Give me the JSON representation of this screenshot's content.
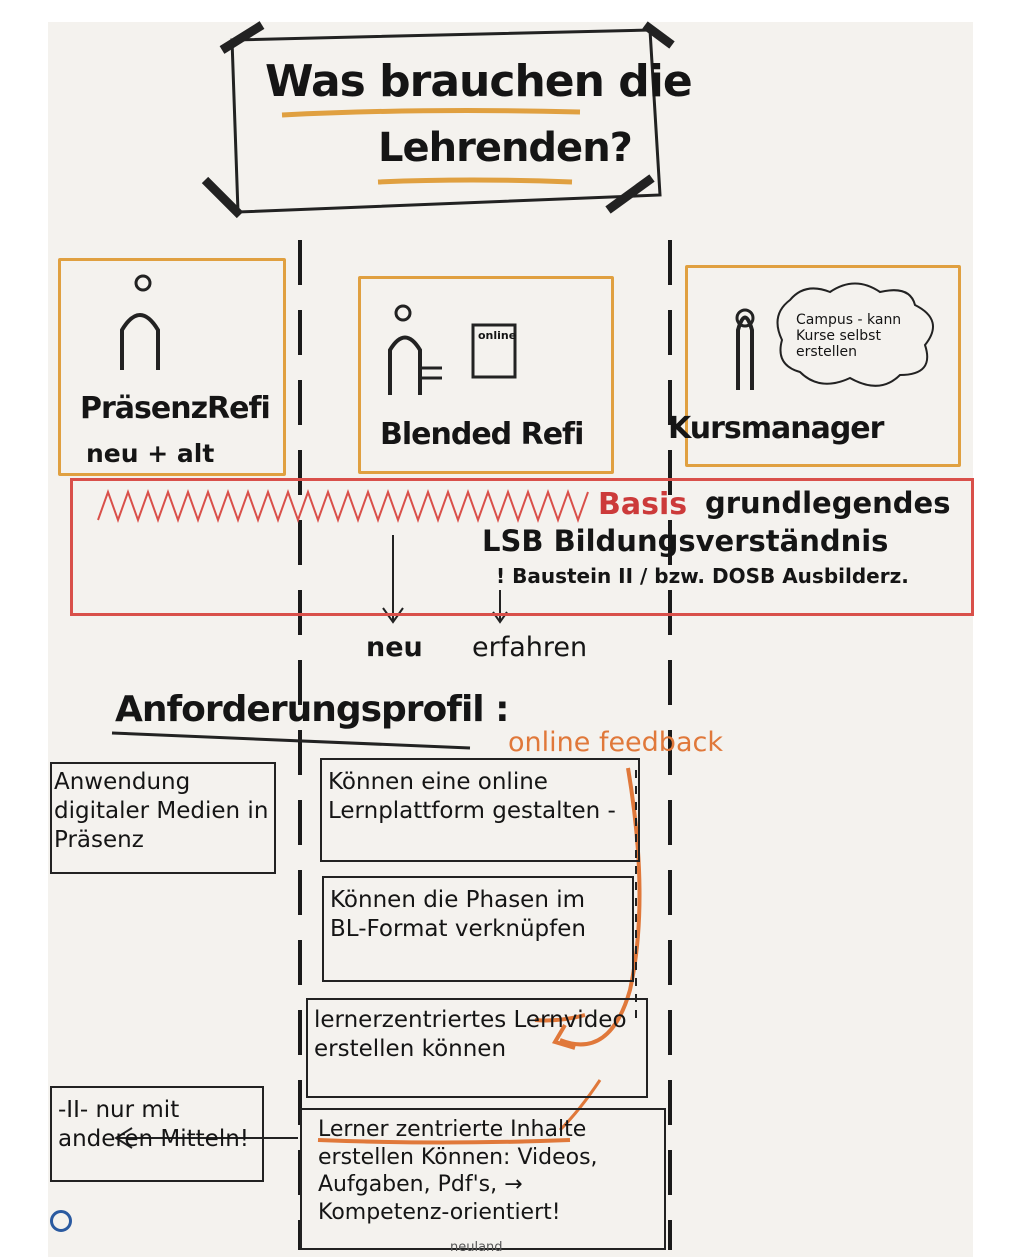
{
  "title": {
    "line1": "Was brauchen die",
    "line2": "Lehrenden?"
  },
  "roles": [
    {
      "name": "PräsenzRefi",
      "sub": "neu + alt"
    },
    {
      "name": "Blended Refi",
      "tag": "online"
    },
    {
      "name": "Kursmanager",
      "cloud": "Campus - kann Kurse selbst erstellen"
    }
  ],
  "basis": {
    "label": "Basis",
    "line1": "grundlegendes",
    "line2": "LSB Bildungsverständnis",
    "line3": "! Baustein II / bzw. DOSB Ausbilderz."
  },
  "branches": {
    "new": "neu",
    "experienced": "erfahren"
  },
  "profile": {
    "heading": "Anforderungsprofil :",
    "feedback": "online feedback"
  },
  "requirements": {
    "left1": "Anwendung digitaler Medien in Präsenz",
    "item1": "Können eine online Lernplattform gestalten -",
    "item2": "Können die Phasen im BL-Format verknüpfen",
    "item3": "lernerzentriertes Lernvideo erstellen können",
    "item4": "Lerner zentrierte Inhalte erstellen Können: Videos, Aufgaben, Pdf's, → Kompetenz-orientiert!",
    "left2": "-II- nur mit anderen Mitteln!"
  },
  "footer": {
    "brand": "neuland"
  },
  "colors": {
    "orange": "#e0a040",
    "red": "#d9504a",
    "ink": "#151515"
  }
}
